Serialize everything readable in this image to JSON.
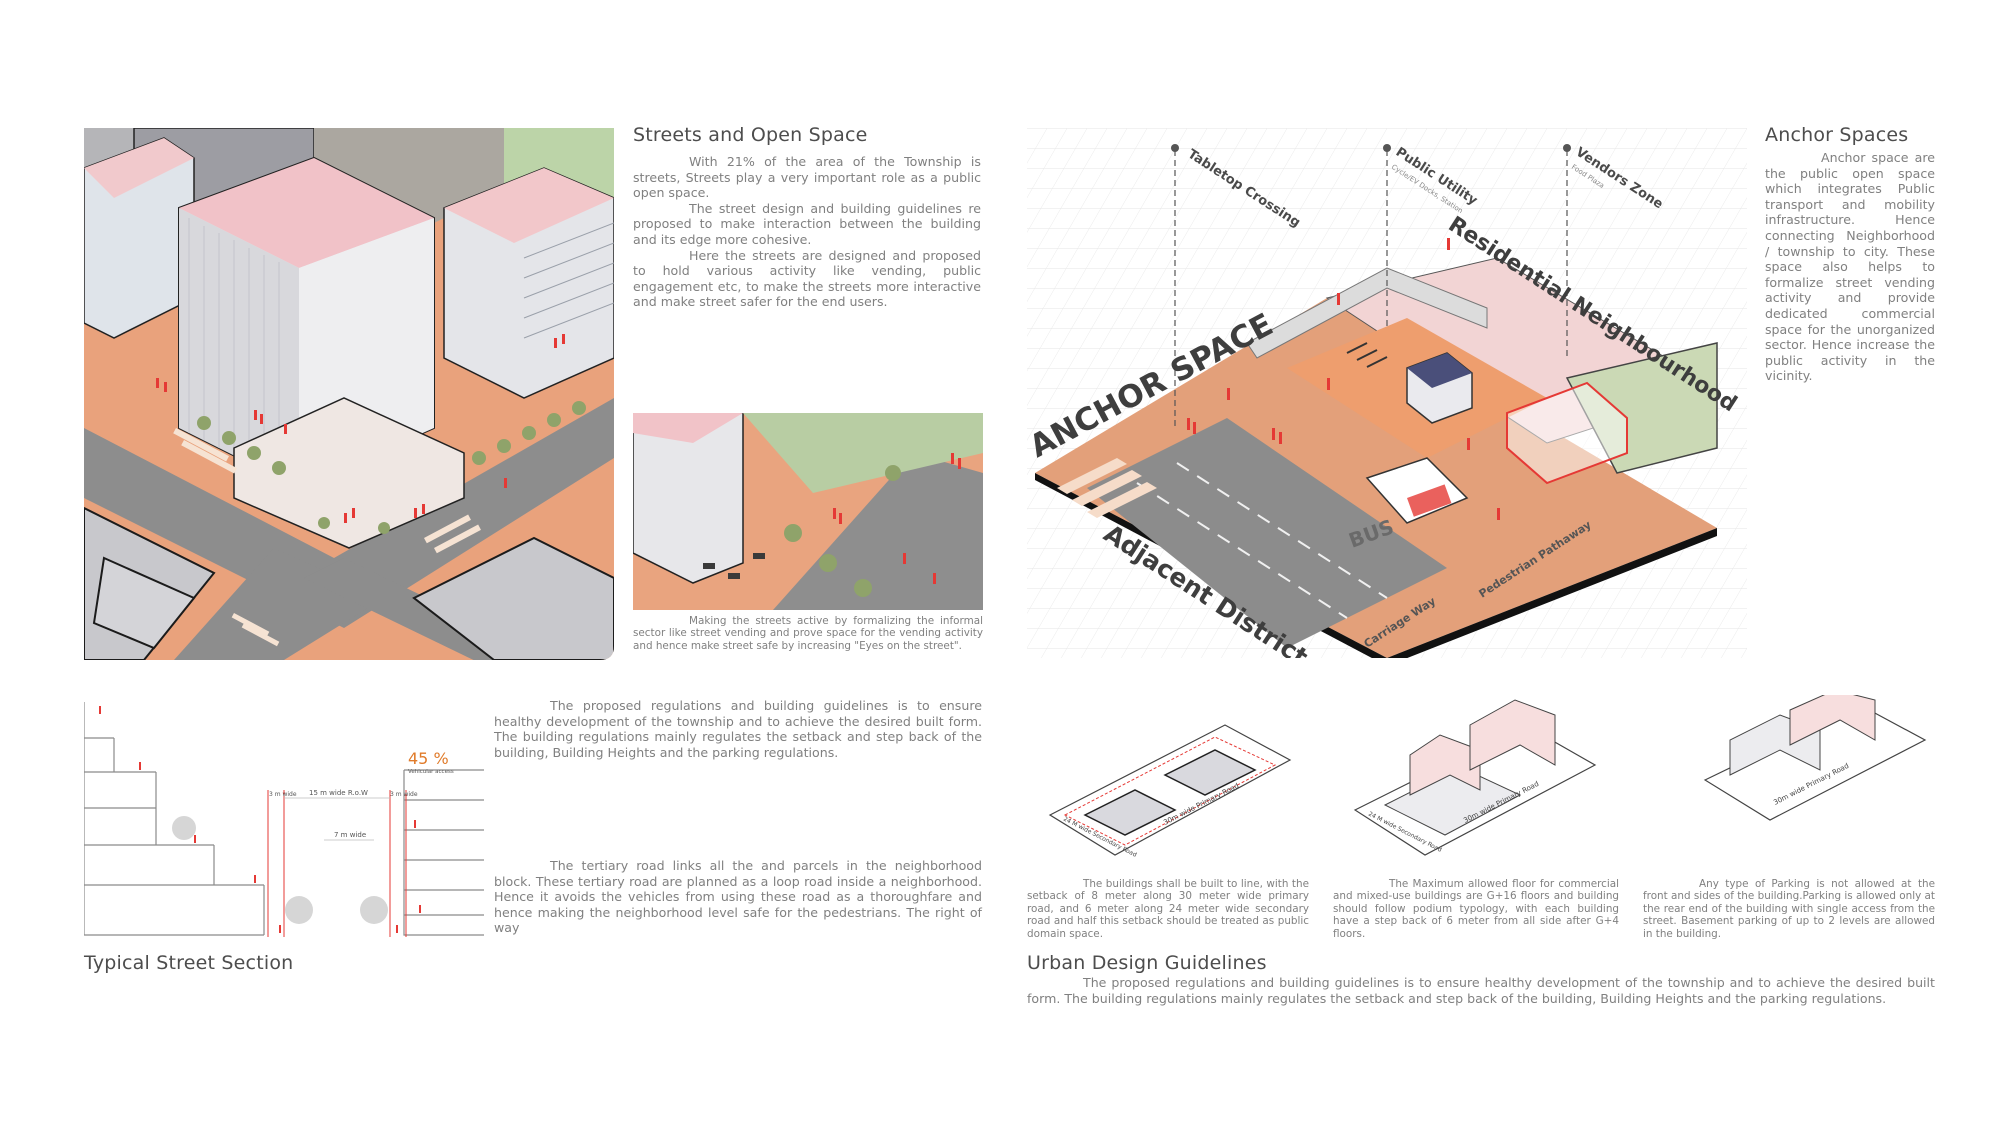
{
  "streets": {
    "heading": "Streets and Open Space",
    "paragraphs": [
      "With 21% of the area of the Township is streets, Streets play a very important role as a public open space.",
      "The street design and building guidelines re proposed to make interaction between the building and its edge more cohesive.",
      "Here the streets are designed and proposed to hold various activity like vending, public engagement etc, to make the streets more interactive and make street safer for the end users."
    ],
    "inset_caption": "Making the streets active by formalizing the informal sector like street vending and prove space for the vending activity and hence make street safe by increasing \"Eyes on the street\"."
  },
  "section": {
    "title": "Typical Street Section",
    "percent": "45 %",
    "percent_sub": "Vehicular access",
    "row_label": "15 m wide R.o.W",
    "inner_label": "7 m wide",
    "left_setback": "3 m wide",
    "right_setback": "3 m wide",
    "paragraph1": "The proposed regulations and building guidelines is to ensure healthy development of the township and to achieve the desired built form. The building regulations mainly regulates the setback and step back of the building, Building Heights and the parking regulations.",
    "paragraph2": "The tertiary road links all the and parcels in the neighborhood block. These tertiary road are planned as a loop road inside a neighborhood. Hence it avoids the vehicles from using these road as a thoroughfare and hence making the neighborhood level safe for the pedestrians. The right of way"
  },
  "anchor": {
    "heading": "Anchor Spaces",
    "paragraph": "Anchor space are the public open space which integrates Public transport and mobility infrastructure. Hence connecting Neighborhood / township to city. These space also helps to formalize street vending activity and provide dedicated commercial space for the unorganized sector. Hence increase the public activity in the vicinity.",
    "diagram": {
      "anchor_space": "ANCHOR SPACE",
      "residential": "Residential Neighbourhood",
      "adjacent": "Adjacent District",
      "tabletop": "Tabletop Crossing",
      "public_utility": "Public Utility",
      "public_utility_sub": "Cycle/EV Docks, Station",
      "vendors": "Vendors Zone",
      "vendors_sub": "Food Plaza",
      "bus": "BUS",
      "carriage": "Carriage Way",
      "pedestrian": "Pedestrian Pathaway"
    }
  },
  "guidelines": {
    "title": "Urban Design Guidelines",
    "paragraph": "The proposed regulations and building guidelines is to ensure healthy development of the township and to achieve the desired built form. The building regulations mainly regulates the setback and step back of the building, Building Heights and the parking regulations.",
    "items": [
      {
        "text": "The buildings shall be built to line, with the setback of 8 meter along 30 meter wide primary road, and 6 meter along 24 meter wide secondary road and half this setback should be treated as public domain space.",
        "road1": "30m wide Primary Road",
        "road2": "24 M wide Secondary Road"
      },
      {
        "text": "The Maximum allowed floor for commercial and mixed-use buildings are G+16 floors and building should follow podium typology, with each building have a step back of 6 meter from all side after G+4 floors.",
        "road1": "30m wide Primary Road",
        "road2": "24 M wide Secondary Road"
      },
      {
        "text": "Any type of Parking is not allowed at the front and sides of the building.Parking is allowed only at the rear end of the building with single access from the street. Basement parking of up to 2 levels are allowed in the building.",
        "road1": "30m wide Primary Road"
      }
    ]
  },
  "colors": {
    "orange": "#e8a27a",
    "pink": "#f4d3d3",
    "red": "#e53935",
    "road": "#9a9a9a",
    "heading": "#4d4d4d"
  }
}
